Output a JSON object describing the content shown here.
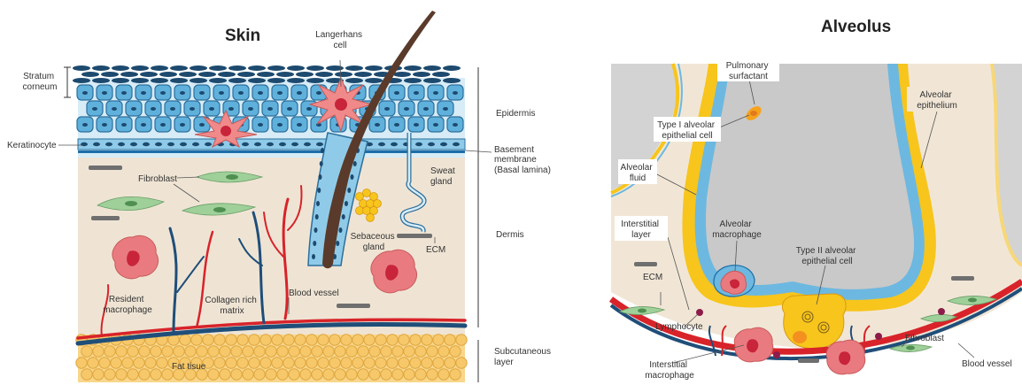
{
  "skin": {
    "title": "Skin",
    "labels": {
      "stratum_corneum": [
        "Stratum",
        "corneum"
      ],
      "keratinocyte": "Keratinocyte",
      "langerhans": [
        "Langerhans",
        "cell"
      ],
      "epidermis": "Epidermis",
      "basement": [
        "Basement",
        "membrane",
        "(Basal lamina)"
      ],
      "fibroblast": "Fibroblast",
      "sweat_gland": [
        "Sweat",
        "gland"
      ],
      "sebaceous_gland": [
        "Sebaceous",
        "gland"
      ],
      "ecm": "ECM",
      "dermis": "Dermis",
      "resident_macrophage": [
        "Resident",
        "macrophage"
      ],
      "collagen": [
        "Collagen rich",
        "matrix"
      ],
      "blood_vessel": "Blood vessel",
      "subcutaneous": [
        "Subcutaneous",
        "layer"
      ],
      "fat_tissue": "Fat tisue"
    }
  },
  "alveolus": {
    "title": "Alveolus",
    "labels": {
      "surfactant": [
        "Pulmonary",
        "surfactant"
      ],
      "alveolar_epithelium": [
        "Alveolar",
        "epithelium"
      ],
      "type1": [
        "Type I alveolar",
        "epithelial cell"
      ],
      "alveolar_fluid": [
        "Alveolar",
        "fluid"
      ],
      "interstitial_layer": [
        "Interstitial",
        "layer"
      ],
      "alveolar_macrophage": [
        "Alveolar",
        "macrophage"
      ],
      "type2": [
        "Type II alveolar",
        "epithelial cell"
      ],
      "ecm": "ECM",
      "lymphocyte": "Lymphocyte",
      "fibroblast": "Fibroblast",
      "interstitial_macrophage": [
        "Interstitial",
        "macrophage"
      ],
      "blood_vessel": "Blood vessel"
    }
  },
  "colors": {
    "dermis": "#efe4d4",
    "epidermis_cell": "#5fb1dc",
    "corneum": "#1d4a6e",
    "fat": "#f6c86a",
    "vessel_red": "#d8232a",
    "vessel_blue": "#1f4e79",
    "langerhans": "#f08a8a",
    "macrophage": "#e97b80",
    "fibroblast": "#9fd09a",
    "surfactant": "#f7c51c",
    "alveolar_fluid": "#6db8e0",
    "air_space": "#c9c9c9"
  }
}
